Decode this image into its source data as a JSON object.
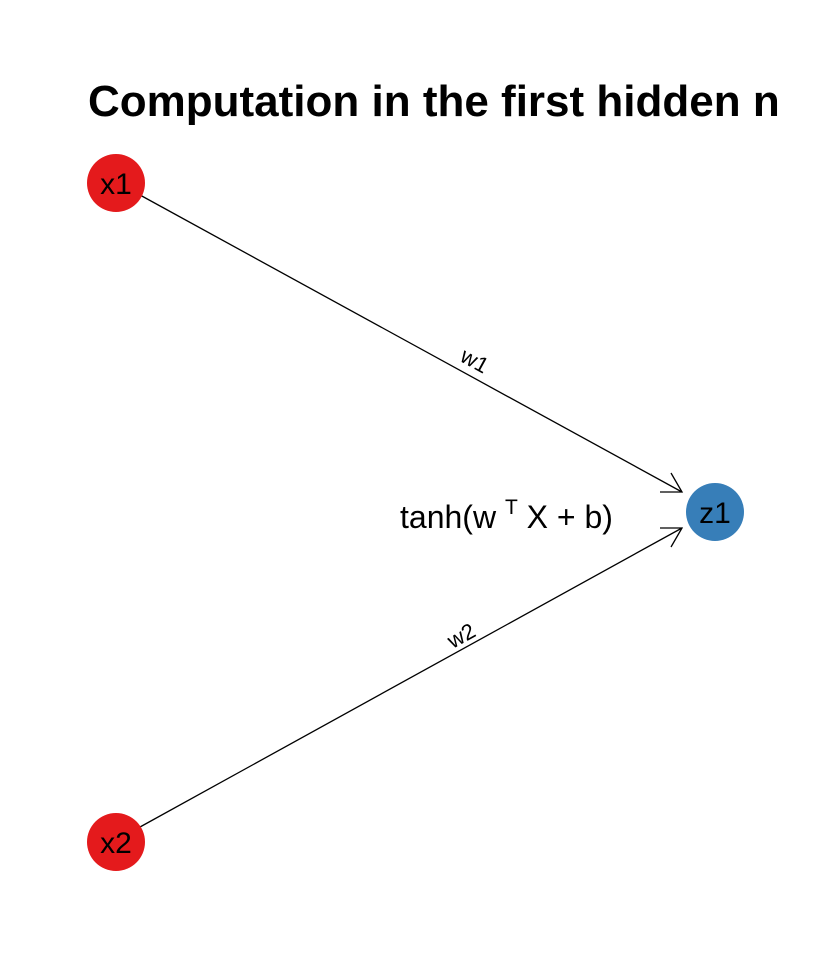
{
  "title": "Computation in the first hidden n",
  "nodes": {
    "x1": {
      "label": "x1",
      "color": "#E41A1C"
    },
    "x2": {
      "label": "x2",
      "color": "#E41A1C"
    },
    "z1": {
      "label": "z1",
      "color": "#377EB8"
    }
  },
  "edges": {
    "w1": {
      "label": "w1",
      "from": "x1",
      "to": "z1"
    },
    "w2": {
      "label": "w2",
      "from": "x2",
      "to": "z1"
    }
  },
  "formula": {
    "prefix": "tanh(w",
    "superscript": "T",
    "suffix": "X + b)"
  }
}
